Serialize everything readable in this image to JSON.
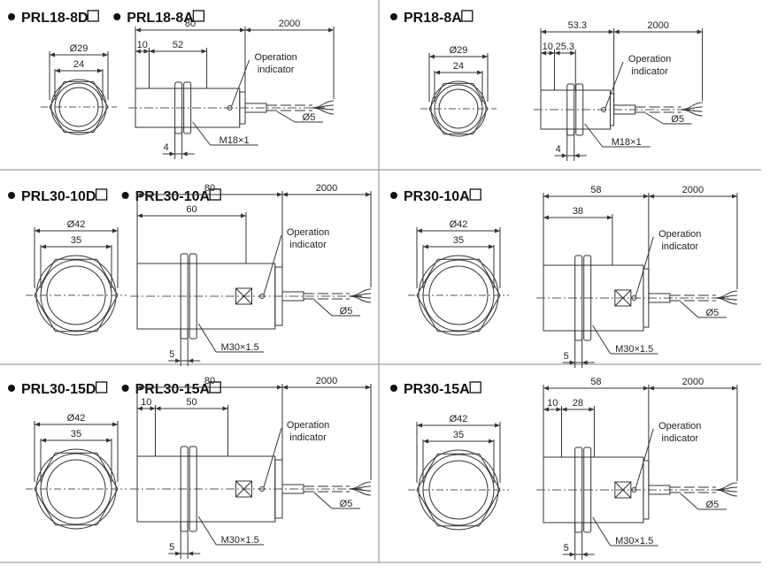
{
  "panels": [
    {
      "titles": [
        "PRL18-8D",
        "PRL18-8A"
      ],
      "face": {
        "outer_dia": "Ø29",
        "inner_dia": "24"
      },
      "body": {
        "total_length": "80",
        "cable_length": "2000",
        "front_length": "10",
        "thread_length": "52",
        "nut_gap": "4",
        "thread": "M18×1",
        "cable_dia": "Ø5",
        "indicator_label": [
          "Operation",
          "indicator"
        ]
      }
    },
    {
      "titles": [
        "PR18-8A"
      ],
      "face": {
        "outer_dia": "Ø29",
        "inner_dia": "24"
      },
      "body": {
        "total_length": "53.3",
        "cable_length": "2000",
        "front_length": "10",
        "thread_length": "25.3",
        "nut_gap": "4",
        "thread": "M18×1",
        "cable_dia": "Ø5",
        "indicator_label": [
          "Operation",
          "indicator"
        ]
      }
    },
    {
      "titles": [
        "PRL30-10D",
        "PRL30-10A"
      ],
      "face": {
        "outer_dia": "Ø42",
        "inner_dia": "35"
      },
      "body": {
        "total_length": "80",
        "cable_length": "2000",
        "front_length": "",
        "thread_length": "60",
        "nut_gap": "5",
        "thread": "M30×1.5",
        "cable_dia": "Ø5",
        "indicator_label": [
          "Operation",
          "indicator"
        ]
      }
    },
    {
      "titles": [
        "PR30-10A"
      ],
      "face": {
        "outer_dia": "Ø42",
        "inner_dia": "35"
      },
      "body": {
        "total_length": "58",
        "cable_length": "2000",
        "front_length": "",
        "thread_length": "38",
        "nut_gap": "5",
        "thread": "M30×1.5",
        "cable_dia": "Ø5",
        "indicator_label": [
          "Operation",
          "indicator"
        ]
      }
    },
    {
      "titles": [
        "PRL30-15D",
        "PRL30-15A"
      ],
      "face": {
        "outer_dia": "Ø42",
        "inner_dia": "35"
      },
      "body": {
        "total_length": "80",
        "cable_length": "2000",
        "front_length": "10",
        "thread_length": "50",
        "nut_gap": "5",
        "thread": "M30×1.5",
        "cable_dia": "Ø5",
        "indicator_label": [
          "Operation",
          "indicator"
        ]
      }
    },
    {
      "titles": [
        "PR30-15A"
      ],
      "face": {
        "outer_dia": "Ø42",
        "inner_dia": "35"
      },
      "body": {
        "total_length": "58",
        "cable_length": "2000",
        "front_length": "10",
        "thread_length": "28",
        "nut_gap": "5",
        "thread": "M30×1.5",
        "cable_dia": "Ø5",
        "indicator_label": [
          "Operation",
          "indicator"
        ]
      }
    }
  ]
}
